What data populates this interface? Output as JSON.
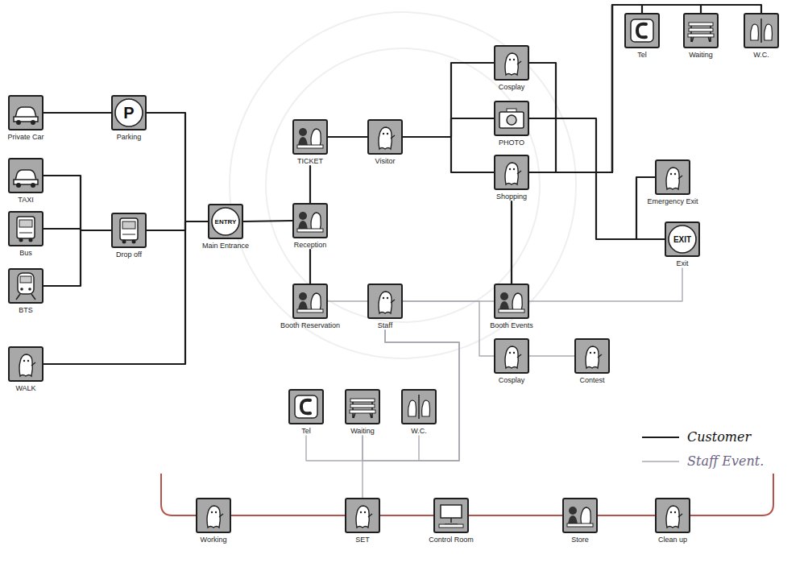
{
  "diagram": {
    "nodes": [
      {
        "text": [
          "Private Car"
        ]
      },
      {
        "text": [
          "P",
          "Parking"
        ]
      },
      {
        "text": [
          "TAXI"
        ]
      },
      {
        "text": [
          "Bus"
        ]
      },
      {
        "text": [
          "BTS"
        ]
      },
      {
        "text": [
          "Drop off"
        ]
      },
      {
        "text": [
          "WALK"
        ]
      },
      {
        "text": [
          "ENTRY",
          "Main Entrance"
        ]
      },
      {
        "text": [
          "TICKET"
        ]
      },
      {
        "text": [
          "Reception"
        ]
      },
      {
        "text": [
          "Booth Reservation"
        ]
      },
      {
        "text": [
          "Staff"
        ]
      },
      {
        "text": [
          "Visitor"
        ]
      },
      {
        "text": [
          "Cosplay"
        ]
      },
      {
        "text": [
          "PHOTO"
        ]
      },
      {
        "text": [
          "Shopping"
        ]
      },
      {
        "text": [
          "Tel"
        ]
      },
      {
        "text": [
          "Waiting"
        ]
      },
      {
        "text": [
          "W.C."
        ]
      },
      {
        "text": [
          "Emergency Exit"
        ]
      },
      {
        "text": [
          "EXIT",
          "Exit"
        ]
      },
      {
        "text": [
          "Booth Events"
        ]
      },
      {
        "text": [
          "Cosplay"
        ]
      },
      {
        "text": [
          "Contest"
        ]
      },
      {
        "text": [
          "Tel"
        ]
      },
      {
        "text": [
          "Waiting"
        ]
      },
      {
        "text": [
          "W.C."
        ]
      },
      {
        "text": [
          "Working"
        ]
      },
      {
        "text": [
          "SET"
        ]
      },
      {
        "text": [
          "Control Room"
        ]
      },
      {
        "text": [
          "Store"
        ]
      },
      {
        "text": [
          "Clean up"
        ]
      }
    ],
    "edges": [
      {
        "from": 0,
        "to": 1,
        "arrow": "none"
      },
      {
        "from": 1,
        "to": 7,
        "arrow": "none"
      },
      {
        "from": 2,
        "to": 5,
        "arrow": "none"
      },
      {
        "from": 3,
        "to": 5,
        "arrow": "none"
      },
      {
        "from": 4,
        "to": 5,
        "arrow": "none"
      },
      {
        "from": 5,
        "to": 7,
        "arrow": "none"
      },
      {
        "from": 6,
        "to": 7,
        "arrow": "none"
      },
      {
        "from": 7,
        "to": 9,
        "arrow": "none"
      },
      {
        "from": 9,
        "to": 8,
        "arrow": "none"
      },
      {
        "from": 9,
        "to": 10,
        "arrow": "none"
      },
      {
        "from": 8,
        "to": 12,
        "arrow": "none"
      },
      {
        "from": 12,
        "to": 13,
        "arrow": "none"
      },
      {
        "from": 12,
        "to": 14,
        "arrow": "none"
      },
      {
        "from": 12,
        "to": 15,
        "arrow": "none"
      },
      {
        "from": 13,
        "to": 15,
        "arrow": "none"
      },
      {
        "from": 14,
        "to": 20,
        "arrow": "none"
      },
      {
        "from": 19,
        "to": 20,
        "arrow": "none"
      },
      {
        "from": 15,
        "to": 16,
        "arrow": "none"
      },
      {
        "from": 15,
        "to": 17,
        "arrow": "none"
      },
      {
        "from": 15,
        "to": 18,
        "arrow": "none"
      },
      {
        "from": 15,
        "to": 21,
        "arrow": "none"
      },
      {
        "from": 10,
        "to": 11,
        "arrow": "none"
      },
      {
        "from": 11,
        "to": 21,
        "arrow": "none"
      },
      {
        "from": 11,
        "to": 22,
        "arrow": "none"
      },
      {
        "from": 22,
        "to": 23,
        "arrow": "none"
      },
      {
        "from": 21,
        "to": 20,
        "arrow": "none"
      },
      {
        "from": 11,
        "to": 24,
        "arrow": "none"
      },
      {
        "from": 11,
        "to": 25,
        "arrow": "none"
      },
      {
        "from": 11,
        "to": 26,
        "arrow": "none"
      },
      {
        "from": 28,
        "to": 25,
        "arrow": "none"
      },
      {
        "from": 27,
        "to": 28,
        "arrow": "none"
      },
      {
        "from": 28,
        "to": 29,
        "arrow": "none"
      },
      {
        "from": 29,
        "to": 30,
        "arrow": "none"
      },
      {
        "from": 30,
        "to": 31,
        "arrow": "none"
      }
    ],
    "legend": [
      {
        "text": "Customer"
      },
      {
        "text": "Staff Event."
      }
    ]
  }
}
